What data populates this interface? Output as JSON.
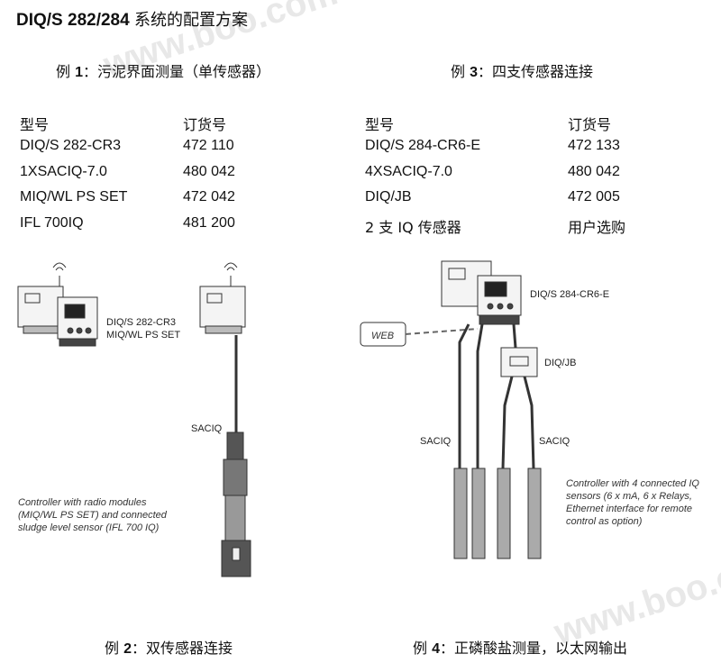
{
  "title": {
    "prefix": "DIQ/S 282/284",
    "suffix": "系统的配置方案"
  },
  "examples": {
    "ex1": {
      "prefix": "例 ",
      "num": "1",
      "sep": "：",
      "text": "污泥界面测量（单传感器）",
      "headers": [
        "型号",
        "订货号"
      ],
      "rows": [
        [
          "DIQ/S 282-CR3",
          "472 110"
        ],
        [
          "1XSACIQ-7.0",
          "480 042"
        ],
        [
          "MIQ/WL PS SET",
          "472 042"
        ],
        [
          "IFL 700IQ",
          "481 200"
        ]
      ]
    },
    "ex3": {
      "prefix": "例 ",
      "num": "3",
      "sep": "：",
      "text": "四支传感器连接",
      "headers": [
        "型号",
        "订货号"
      ],
      "rows": [
        [
          "DIQ/S 284-CR6-E",
          "472 133"
        ],
        [
          "4XSACIQ-7.0",
          "480 042"
        ],
        [
          "DIQ/JB",
          "472 005"
        ],
        [
          "2 支 IQ 传感器",
          "用户选购"
        ]
      ]
    },
    "ex2": {
      "prefix": "例 ",
      "num": "2",
      "sep": "：",
      "text": "双传感器连接"
    },
    "ex4": {
      "prefix": "例 ",
      "num": "4",
      "sep": "：",
      "text": "正磷酸盐测量，以太网输出"
    }
  },
  "diagram": {
    "label_controller_left_1": "DIQ/S 282-CR3",
    "label_controller_left_2": "MIQ/WL PS SET",
    "label_saciq_mid": "SACIQ",
    "caption_left_1": "Controller with radio modules",
    "caption_left_2": "(MIQ/WL PS SET) and connected",
    "caption_left_3": "sludge level sensor (IFL 700 IQ)",
    "label_controller_right": "DIQ/S 284-CR6-E",
    "label_web": "WEB",
    "label_jb": "DIQ/JB",
    "label_saciq_r1": "SACIQ",
    "label_saciq_r2": "SACIQ",
    "caption_right_1": "Controller with 4 connected IQ",
    "caption_right_2": "sensors (6 x mA, 6 x Relays,",
    "caption_right_3": "Ethernet interface for remote",
    "caption_right_4": "control as option)"
  },
  "watermark": {
    "top": "www.boo.com",
    "bottom": "www.boo.com"
  }
}
